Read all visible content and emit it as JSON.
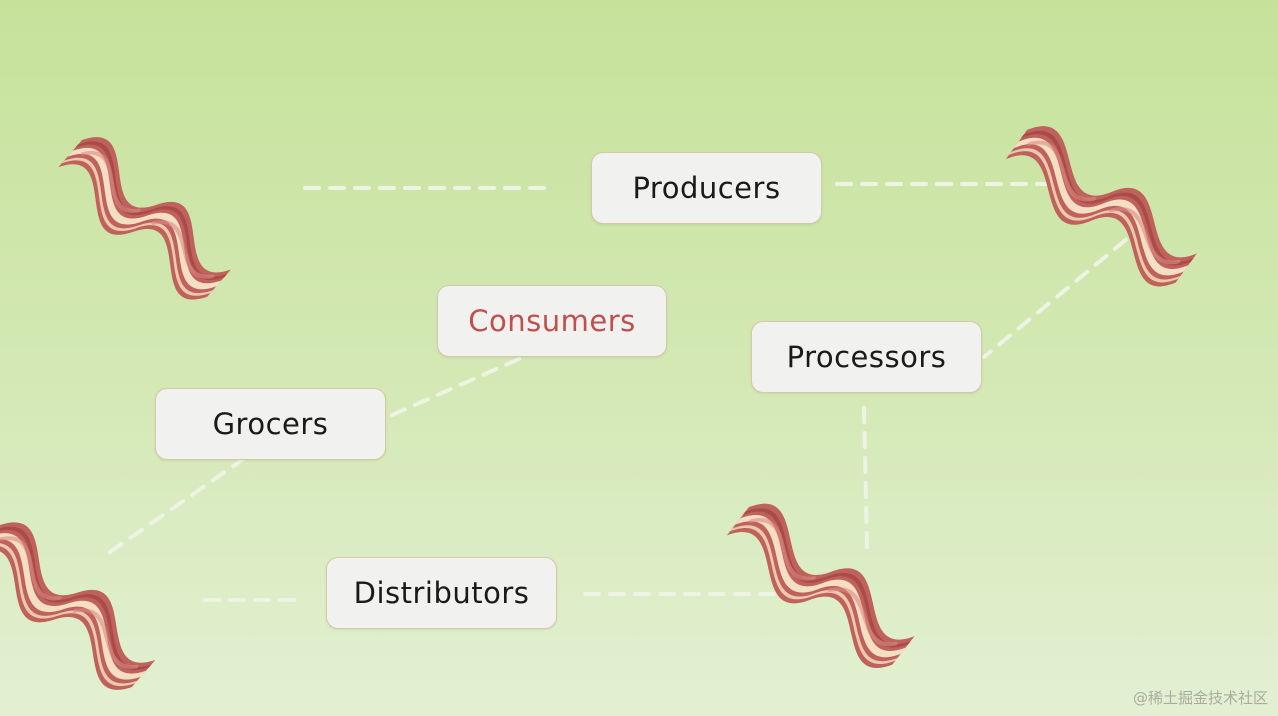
{
  "nodes": {
    "producers": "Producers",
    "consumers": "Consumers",
    "processors": "Processors",
    "grocers": "Grocers",
    "distributors": "Distributors"
  },
  "watermark": "@稀土掘金技术社区",
  "colors": {
    "background_top": "#c6e29a",
    "background_bottom": "#e2f0d2",
    "connector": "#eef3e4",
    "node_fill": "#f1f1ef",
    "node_border": "#d6c9a6",
    "label_text": "#1a1a1a",
    "highlight_text": "#c0504d",
    "bacon": "#c0625c",
    "bacon_fat": "#f4dfc4"
  },
  "icons": {
    "bacon": "bacon-strip-icon"
  }
}
